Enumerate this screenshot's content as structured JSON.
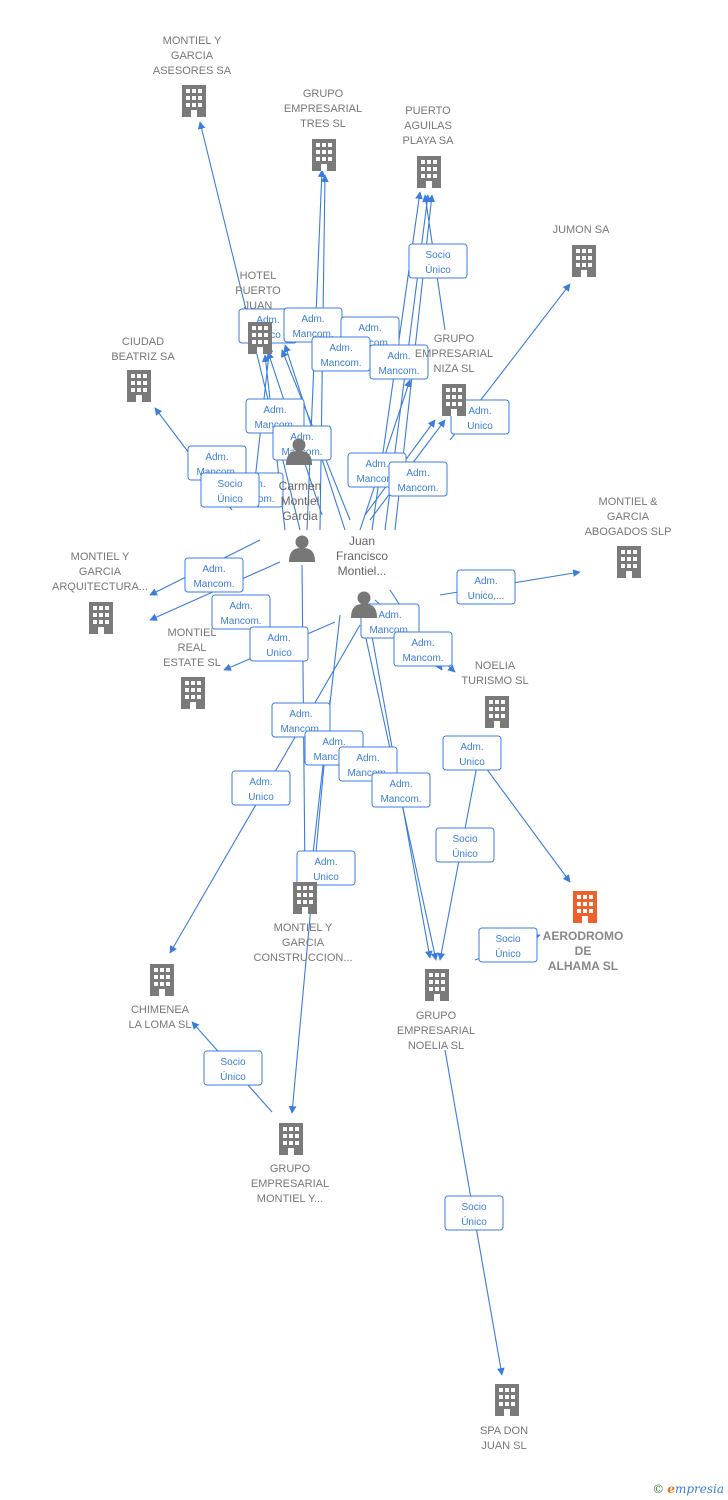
{
  "colors": {
    "edge": "#3b7ddd",
    "company": "#7a7a7a",
    "highlight": "#f0602a",
    "person": "#777777"
  },
  "nodes": [
    {
      "id": "montiel_asesores",
      "type": "company",
      "lines": [
        "MONTIEL Y",
        "GARCIA",
        "ASESORES SA"
      ]
    },
    {
      "id": "grupo_tres",
      "type": "company",
      "lines": [
        "GRUPO",
        "EMPRESARIAL",
        "TRES SL"
      ]
    },
    {
      "id": "puerto_aguilas",
      "type": "company",
      "lines": [
        "PUERTO",
        "AGUILAS",
        "PLAYA SA"
      ]
    },
    {
      "id": "jumon",
      "type": "company",
      "lines": [
        "JUMON SA"
      ]
    },
    {
      "id": "hotel_puerto",
      "type": "company",
      "lines": [
        "HOTEL",
        "PUERTO",
        "JUAN"
      ]
    },
    {
      "id": "ciudad_beatriz",
      "type": "company",
      "lines": [
        "CIUDAD",
        "BEATRIZ SA"
      ]
    },
    {
      "id": "grupo_niza",
      "type": "company",
      "lines": [
        "GRUPO",
        "EMPRESARIAL",
        "NIZA SL"
      ]
    },
    {
      "id": "montiel_abogados",
      "type": "company",
      "lines": [
        "MONTIEL &",
        "GARCIA",
        "ABOGADOS SLP"
      ]
    },
    {
      "id": "montiel_arquitectura",
      "type": "company",
      "lines": [
        "MONTIEL Y",
        "GARCIA",
        "ARQUITECTURA..."
      ]
    },
    {
      "id": "montiel_real",
      "type": "company",
      "lines": [
        "MONTIEL",
        "REAL",
        "ESTATE SL"
      ]
    },
    {
      "id": "noelia_turismo",
      "type": "company",
      "lines": [
        "NOELIA",
        "TURISMO SL"
      ]
    },
    {
      "id": "aerodromo",
      "type": "highlight",
      "lines": [
        "AERODROMO",
        "DE",
        "ALHAMA SL"
      ]
    },
    {
      "id": "montiel_construccion",
      "type": "company",
      "lines": [
        "MONTIEL Y",
        "GARCIA",
        "CONSTRUCCION..."
      ]
    },
    {
      "id": "chimenea",
      "type": "company",
      "lines": [
        "CHIMENEA",
        "LA LOMA SL"
      ]
    },
    {
      "id": "grupo_noelia",
      "type": "company",
      "lines": [
        "GRUPO",
        "EMPRESARIAL",
        "NOELIA SL"
      ]
    },
    {
      "id": "grupo_montiel",
      "type": "company",
      "lines": [
        "GRUPO",
        "EMPRESARIAL",
        "MONTIEL Y..."
      ]
    },
    {
      "id": "spa_don_juan",
      "type": "company",
      "lines": [
        "SPA DON",
        "JUAN SL"
      ]
    },
    {
      "id": "carmen",
      "type": "person",
      "lines": [
        "Carmen",
        "Montiel",
        "Garcia"
      ]
    },
    {
      "id": "juan",
      "type": "person",
      "lines": [
        "Juan",
        "Francisco",
        "Montiel..."
      ]
    },
    {
      "id": "person3",
      "type": "person",
      "lines": []
    }
  ],
  "relations": [
    {
      "lines": [
        "Adm.",
        "Unico"
      ]
    },
    {
      "lines": [
        "Adm.",
        "Mancom."
      ]
    },
    {
      "lines": [
        "Adm.",
        "Mancom."
      ]
    },
    {
      "lines": [
        "Adm.",
        "Mancom."
      ]
    },
    {
      "lines": [
        "Adm.",
        "Mancom."
      ]
    },
    {
      "lines": [
        "Adm.",
        "Mancom."
      ]
    },
    {
      "lines": [
        "Socio",
        "Único"
      ]
    },
    {
      "lines": [
        "Adm.",
        "Unico"
      ]
    },
    {
      "lines": [
        "Adm.",
        "Mancom."
      ]
    },
    {
      "lines": [
        "Adm.",
        "Mancom."
      ]
    },
    {
      "lines": [
        "Adm.",
        "Mancom."
      ]
    },
    {
      "lines": [
        "Adm.",
        "Mancom."
      ]
    },
    {
      "lines": [
        "Adm.",
        "Mancom."
      ]
    },
    {
      "lines": [
        "Socio",
        "Único"
      ]
    },
    {
      "lines": [
        "Adm.",
        "Mancom."
      ]
    },
    {
      "lines": [
        "Adm.",
        "Unico,..."
      ]
    },
    {
      "lines": [
        "Adm.",
        "Mancom."
      ]
    },
    {
      "lines": [
        "Adm.",
        "Unico"
      ]
    },
    {
      "lines": [
        "Adm.",
        "Mancom."
      ]
    },
    {
      "lines": [
        "Adm.",
        "Mancom."
      ]
    },
    {
      "lines": [
        "Adm.",
        "Unico"
      ]
    },
    {
      "lines": [
        "Adm.",
        "Mancom."
      ]
    },
    {
      "lines": [
        "Adm.",
        "Mancom."
      ]
    },
    {
      "lines": [
        "Adm.",
        "Mancom."
      ]
    },
    {
      "lines": [
        "Adm.",
        "Mancom."
      ]
    },
    {
      "lines": [
        "Adm.",
        "Unico"
      ]
    },
    {
      "lines": [
        "Socio",
        "Único"
      ]
    },
    {
      "lines": [
        "Adm.",
        "Unico"
      ]
    },
    {
      "lines": [
        "Socio",
        "Único"
      ]
    },
    {
      "lines": [
        "Socio",
        "Único"
      ]
    },
    {
      "lines": [
        "Socio",
        "Único"
      ]
    }
  ],
  "footer": {
    "copyright": "©",
    "brand_initial": "e",
    "brand_rest": "mpresia"
  }
}
